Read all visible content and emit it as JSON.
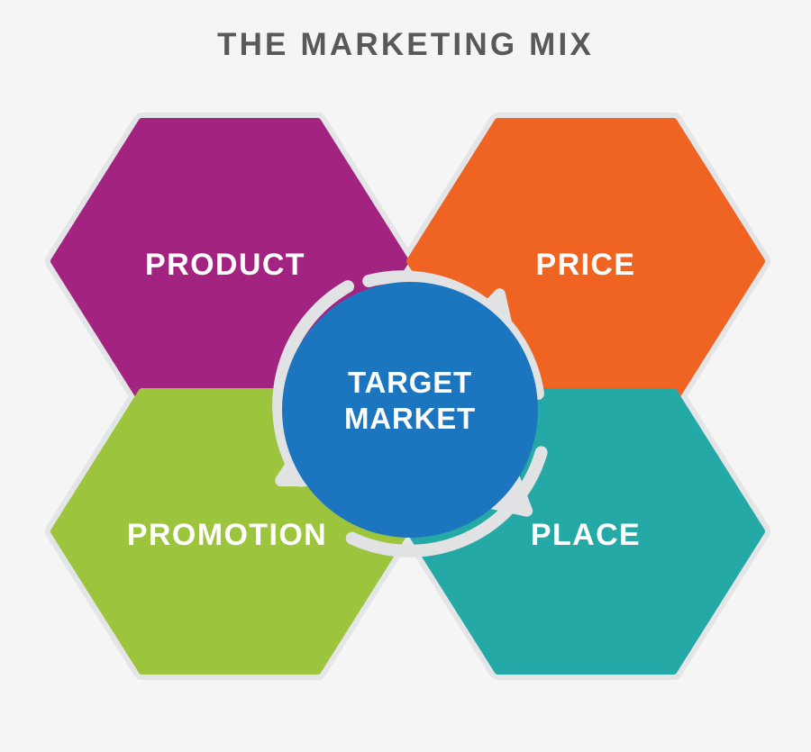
{
  "page": {
    "title": "THE MARKETING MIX",
    "background_color": "#F5F5F5",
    "title_color": "#58595B"
  },
  "diagram": {
    "type": "hexagon-cluster-with-central-cycle",
    "outline_color": "#E3E5E7",
    "ring_color": "#E0E2E4",
    "center": {
      "label_line1": "TARGET",
      "label_line2": "MARKET",
      "color": "#1B76BF",
      "text_color": "#FFFFFF"
    },
    "cells": [
      {
        "id": "product",
        "label": "PRODUCT",
        "color": "#A22480",
        "position": "top-left",
        "text_color": "#FFFFFF"
      },
      {
        "id": "price",
        "label": "PRICE",
        "color": "#F06423",
        "position": "top-right",
        "text_color": "#FFFFFF"
      },
      {
        "id": "promotion",
        "label": "PROMOTION",
        "color": "#9CC43C",
        "position": "bottom-left",
        "text_color": "#FFFFFF"
      },
      {
        "id": "place",
        "label": "PLACE",
        "color": "#25A9A6",
        "position": "bottom-right",
        "text_color": "#FFFFFF"
      }
    ],
    "cycle_arrows": {
      "count": 3,
      "direction": "clockwise",
      "color": "#E0E2E4",
      "positions": [
        "upper-right",
        "lower-right",
        "left"
      ]
    }
  }
}
